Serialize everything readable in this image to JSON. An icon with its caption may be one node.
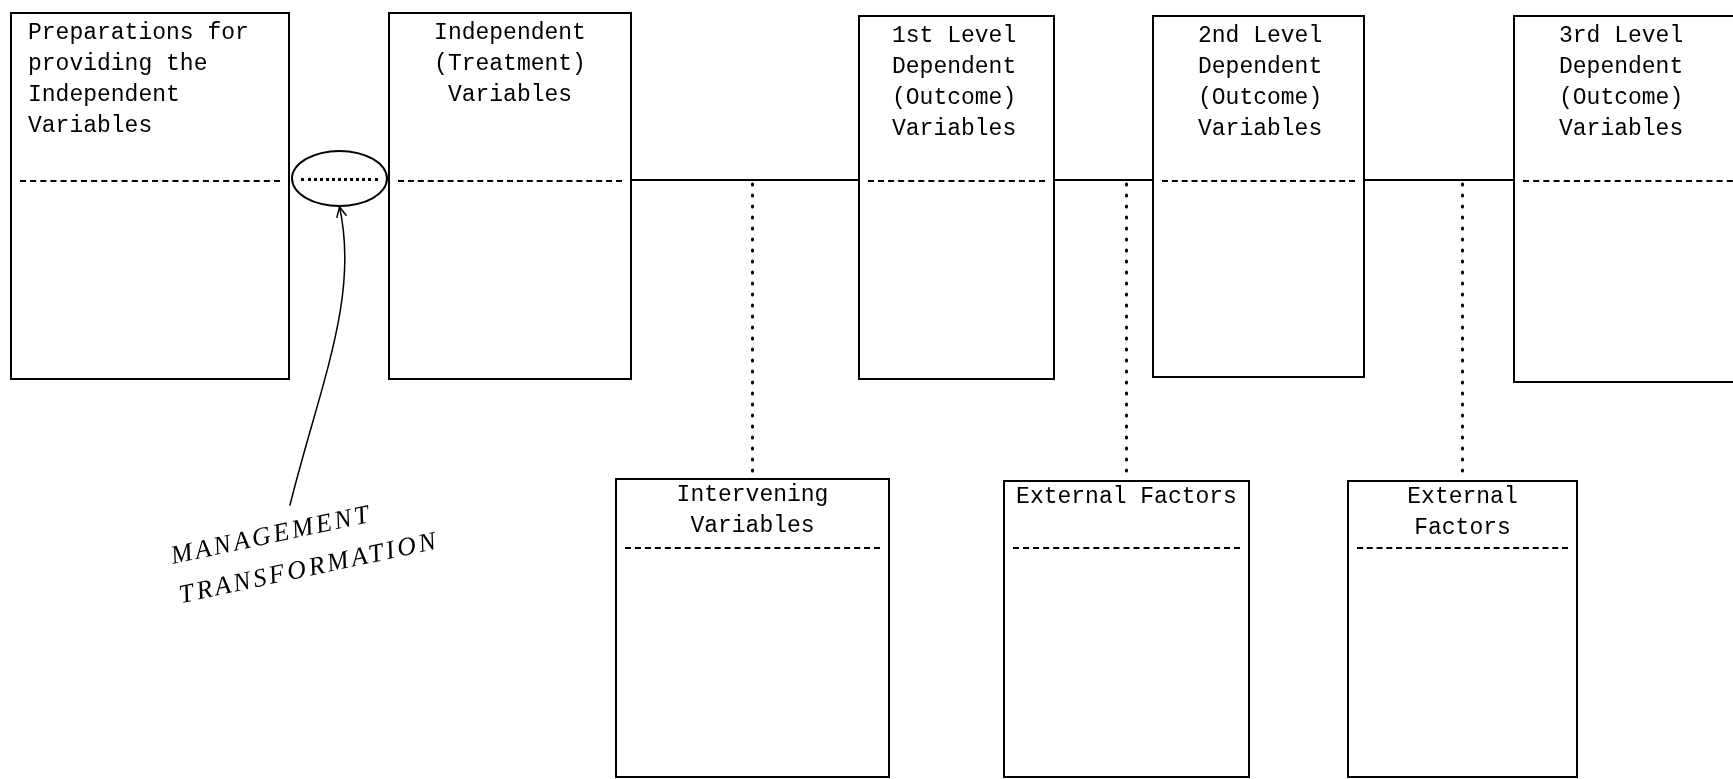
{
  "diagram": {
    "nodes": [
      {
        "text": [
          "Preparations for providing the Independent Variables"
        ]
      },
      {
        "text": [
          "Independent (Treatment) Variables"
        ]
      },
      {
        "text": [
          "1st Level Dependent (Outcome) Variables"
        ]
      },
      {
        "text": [
          "2nd Level Dependent (Outcome) Variables"
        ]
      },
      {
        "text": [
          "3rd Level Dependent (Outcome) Variables"
        ]
      },
      {
        "text": [
          "Intervening Variables"
        ]
      },
      {
        "text": [
          "External Factors"
        ]
      },
      {
        "text": [
          "External Factors"
        ]
      },
      {
        "text": [],
        "shape": "ellipse"
      },
      {
        "text": [
          "MANAGEMENT TRANSFORMATION"
        ]
      }
    ],
    "edges": [
      {
        "from": 1,
        "to": 2,
        "arrow": "none"
      },
      {
        "from": 2,
        "to": 3,
        "arrow": "none"
      },
      {
        "from": 3,
        "to": 4,
        "arrow": "none"
      },
      {
        "from": null,
        "to": 5,
        "arrow": "none",
        "style": "dashed"
      },
      {
        "from": null,
        "to": 6,
        "arrow": "none",
        "style": "dashed"
      },
      {
        "from": null,
        "to": 7,
        "arrow": "none",
        "style": "dashed"
      },
      {
        "from": 9,
        "to": 8,
        "arrow": "to"
      }
    ]
  }
}
